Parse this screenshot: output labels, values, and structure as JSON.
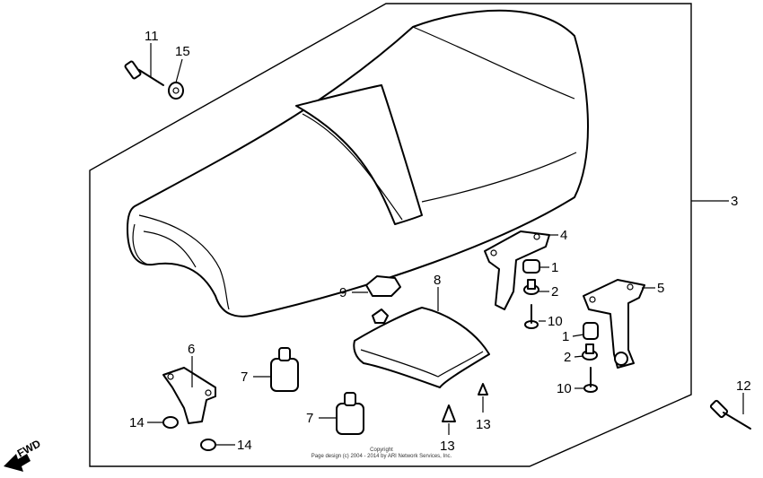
{
  "callouts": {
    "c1a": "1",
    "c1b": "1",
    "c2a": "2",
    "c2b": "2",
    "c3": "3",
    "c4": "4",
    "c5": "5",
    "c6": "6",
    "c7a": "7",
    "c7b": "7",
    "c8": "8",
    "c9": "9",
    "c10a": "10",
    "c10b": "10",
    "c11": "11",
    "c12": "12",
    "c13a": "13",
    "c13b": "13",
    "c14a": "14",
    "c14b": "14",
    "c15": "15"
  },
  "fwd_label": "FWD",
  "copyright": {
    "line1": "Copyright",
    "line2": "Page design (c) 2004 - 2014 by ARI Network Services, Inc."
  }
}
